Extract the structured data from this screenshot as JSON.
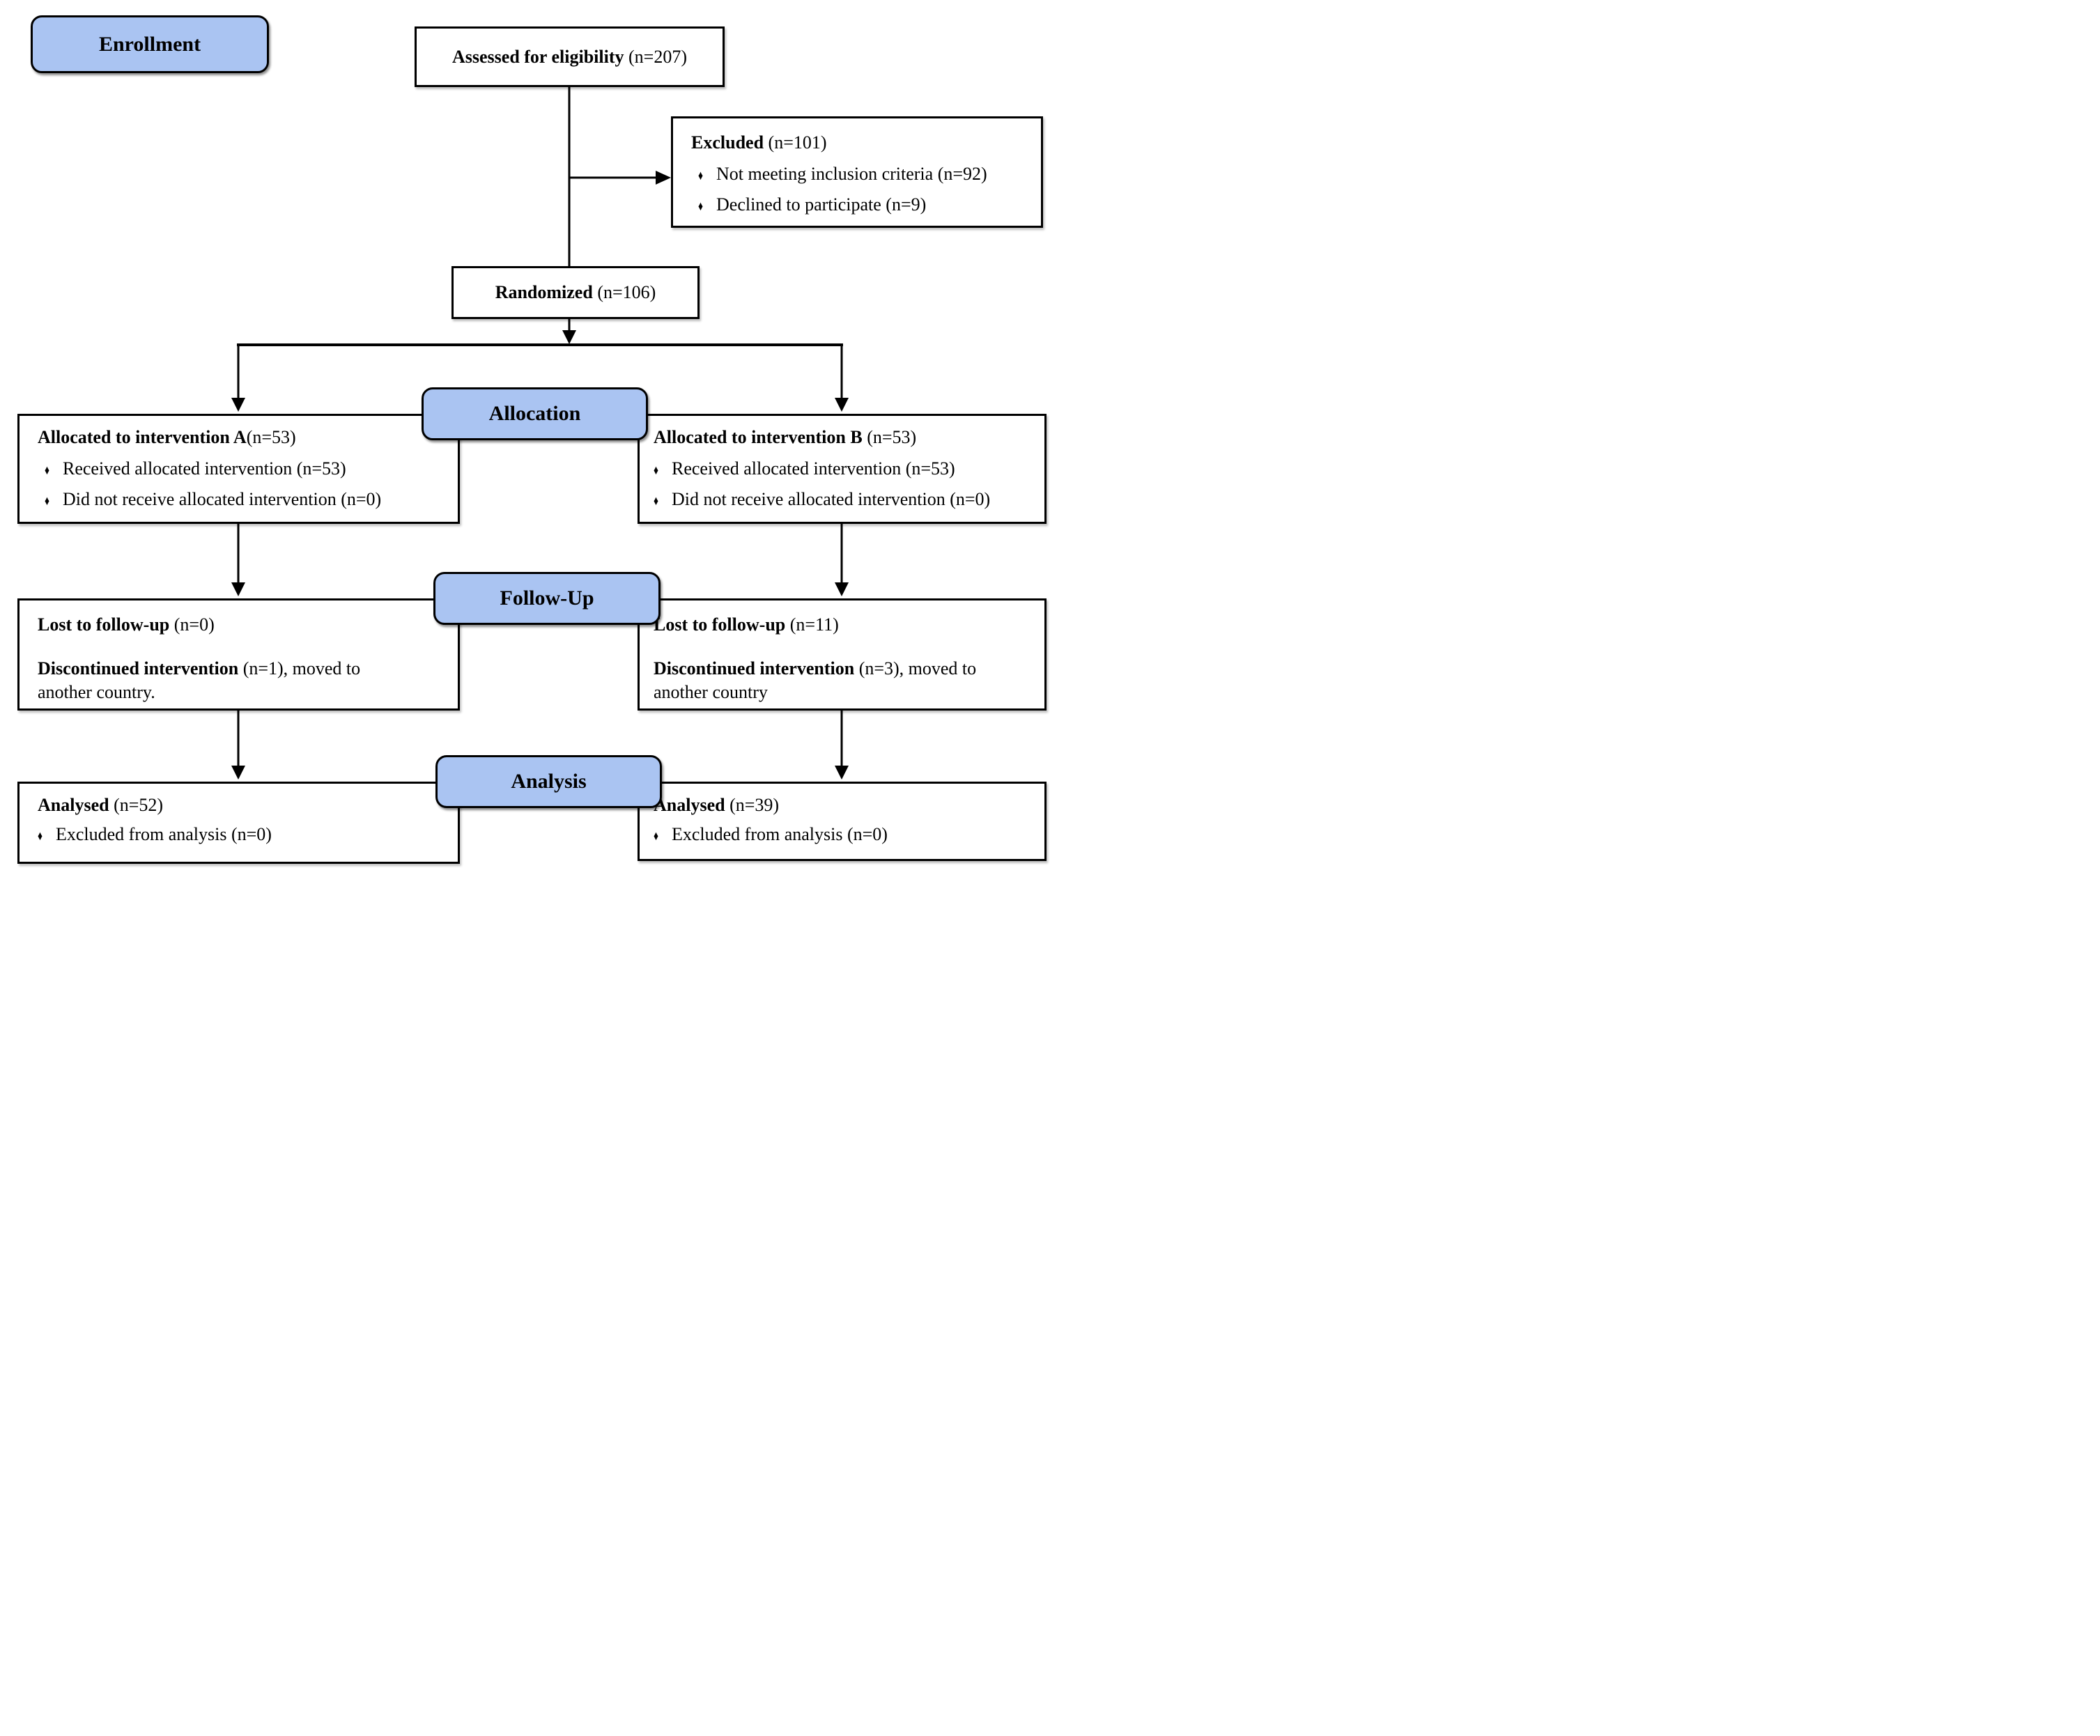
{
  "diagram": {
    "type": "consort-flow",
    "bullet_glyph": "♦",
    "colors": {
      "badge_fill": "#aac4f2",
      "border": "#000000",
      "background": "#ffffff"
    },
    "badges": {
      "enrollment": "Enrollment",
      "allocation": "Allocation",
      "followup": "Follow-Up",
      "analysis": "Analysis"
    },
    "boxes": {
      "assessed": {
        "bold": "Assessed for eligibility",
        "rest": " (n=207)"
      },
      "excluded": {
        "bold": "Excluded",
        "rest": " (n=101)",
        "bullets": [
          "Not meeting inclusion criteria (n=92)",
          "Declined to participate (n=9)"
        ]
      },
      "randomized": {
        "bold": "Randomized",
        "rest": " (n=106)"
      },
      "alloc_a": {
        "bold": "Allocated to intervention A",
        "rest": "(n=53)",
        "bullets": [
          "Received allocated intervention (n=53)",
          "Did not receive allocated intervention (n=0)"
        ]
      },
      "alloc_b": {
        "bold": "Allocated to intervention B",
        "rest": " (n=53)",
        "bullets": [
          "Received allocated intervention (n=53)",
          "Did not receive allocated intervention (n=0)"
        ]
      },
      "follow_a": {
        "p1_bold": "Lost to follow-up",
        "p1_rest": " (n=0)",
        "p2_bold": "Discontinued intervention",
        "p2_rest": " (n=1), moved to another country."
      },
      "follow_b": {
        "p1_bold": "Lost to follow-up",
        "p1_rest": " (n=11)",
        "p2_bold": "Discontinued intervention",
        "p2_rest": " (n=3), moved to another country"
      },
      "analysis_a": {
        "bold": "Analysed",
        "rest": " (n=52)",
        "bullets": [
          "Excluded from analysis (n=0)"
        ]
      },
      "analysis_b": {
        "bold": "Analysed",
        "rest": " (n=39)",
        "bullets": [
          "Excluded from analysis (n=0)"
        ]
      }
    }
  }
}
